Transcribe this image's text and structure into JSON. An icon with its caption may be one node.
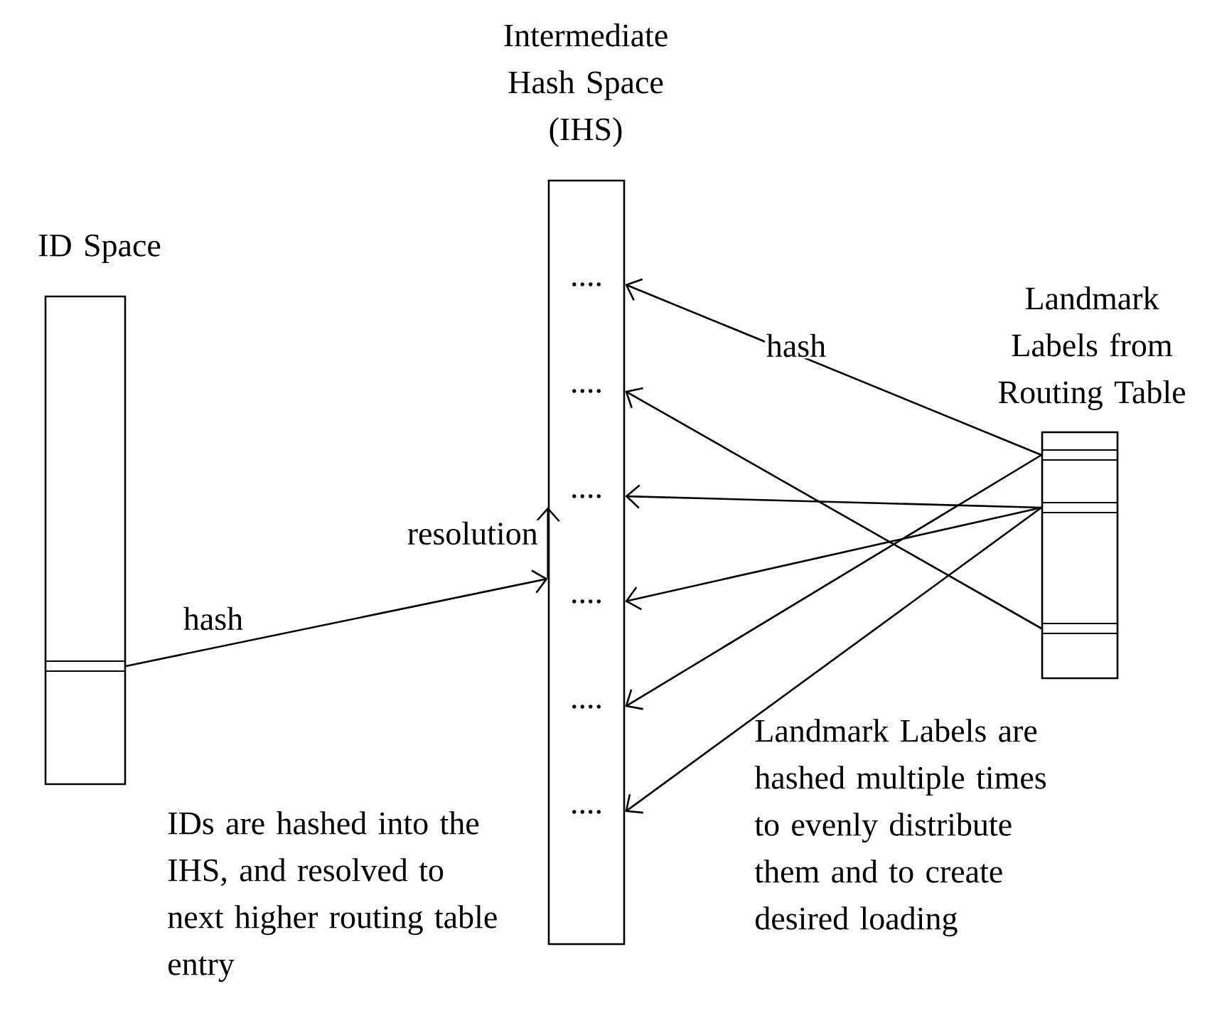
{
  "diagram": {
    "nodes": [
      {
        "text": [
          "ID Space"
        ]
      },
      {
        "text": [],
        "shape": "bar",
        "in": 0
      },
      {
        "text": [
          "Intermediate Hash Space (IHS)"
        ]
      },
      {
        "text": [
          "...."
        ],
        "in": 2
      },
      {
        "text": [
          "...."
        ],
        "in": 2
      },
      {
        "text": [
          "...."
        ],
        "in": 2
      },
      {
        "text": [
          "...."
        ],
        "in": 2
      },
      {
        "text": [
          "...."
        ],
        "in": 2
      },
      {
        "text": [
          "...."
        ],
        "in": 2
      },
      {
        "text": [
          "Landmark Labels from Routing Table"
        ]
      },
      {
        "text": [],
        "shape": "bar",
        "in": 9
      },
      {
        "text": [],
        "shape": "bar",
        "in": 9
      },
      {
        "text": [],
        "shape": "bar",
        "in": 9
      }
    ],
    "edges": [
      {
        "from": 1,
        "to": 2,
        "arrow": "to",
        "label": "hash"
      },
      {
        "from": null,
        "to": 5,
        "arrow": "to",
        "label": "resolution"
      },
      {
        "from": 10,
        "to": 3,
        "arrow": "to",
        "label": "hash"
      },
      {
        "from": 10,
        "to": 7,
        "arrow": "to"
      },
      {
        "from": 11,
        "to": 5,
        "arrow": "to"
      },
      {
        "from": 11,
        "to": 6,
        "arrow": "to"
      },
      {
        "from": 11,
        "to": 8,
        "arrow": "to"
      },
      {
        "from": 12,
        "to": 4,
        "arrow": "to"
      }
    ],
    "labels": [
      "IDs are hashed into the IHS, and resolved to next higher routing table entry",
      "Landmark Labels are hashed multiple times to evenly distribute them and to create desired loading"
    ]
  }
}
